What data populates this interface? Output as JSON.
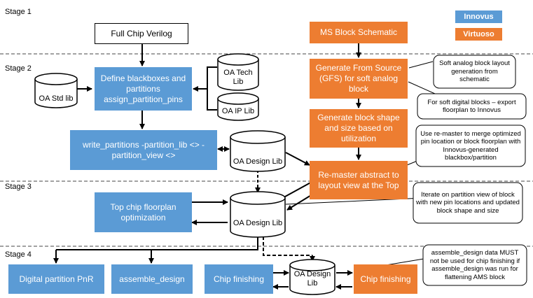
{
  "stages": {
    "s1": "Stage 1",
    "s2": "Stage 2",
    "s3": "Stage 3",
    "s4": "Stage 4"
  },
  "legend": {
    "innovus": "Innovus",
    "virtuoso": "Virtuoso",
    "innovus_color": "#5b9bd5",
    "virtuoso_color": "#ed7d31"
  },
  "boxes": {
    "full_chip_verilog": "Full Chip Verilog",
    "ms_block_schematic": "MS Block Schematic",
    "define_blackboxes": "Define blackboxes and partitions assign_partition_pins",
    "gfs": "Generate From Source (GFS) for soft analog block",
    "block_shape": "Generate block shape and size based on utilization",
    "write_partitions": "write_partitions -partition_lib <> -partition_view <>",
    "remaster": "Re-master abstract to layout view at the Top",
    "top_floorplan": "Top chip floorplan optimization",
    "digital_pnr": "Digital partition PnR",
    "assemble_design": "assemble_design",
    "chip_finishing_blue": "Chip finishing",
    "chip_finishing_orange": "Chip finishing"
  },
  "cylinders": {
    "oa_std_lib": "OA Std lib",
    "oa_tech_lib": "OA Tech Lib",
    "oa_ip_lib": "OA IP Lib",
    "oa_design_lib_1": "OA Design Lib",
    "oa_design_lib_2": "OA Design Lib",
    "oa_design_lib_3": "OA Design Lib"
  },
  "callouts": {
    "soft_analog": "Soft analog block layout generation from schematic",
    "soft_digital": "For soft digital blocks – export floorplan to Innovus",
    "remaster_note": "Use re-master to merge optimized pin location or block floorplan with Innovus-generated blackbox/partition",
    "iterate_note": "Iterate on partition view of block with new pin locations and updated block shape and size",
    "assemble_note": "assemble_design data MUST not be used for chip finishing if assemble_design was run for flattening AMS block"
  }
}
